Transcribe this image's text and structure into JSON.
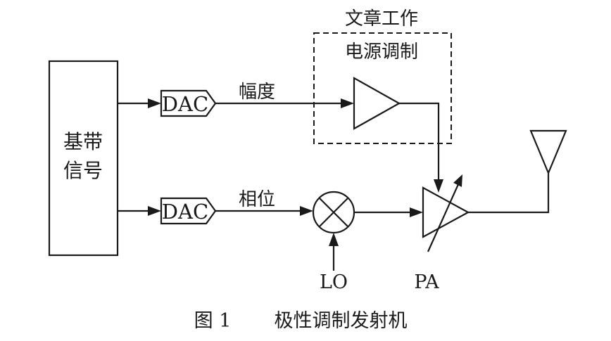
{
  "diagram": {
    "baseband_label_line1": "基带",
    "baseband_label_line2": "信号",
    "dac_top_label": "DAC",
    "dac_bottom_label": "DAC",
    "amplitude_label": "幅度",
    "phase_label": "相位",
    "work_region_title": "文章工作",
    "supply_modulation_label": "电源调制",
    "lo_label": "LO",
    "pa_label": "PA",
    "caption_number": "图 1",
    "caption_text": "极性调制发射机"
  }
}
